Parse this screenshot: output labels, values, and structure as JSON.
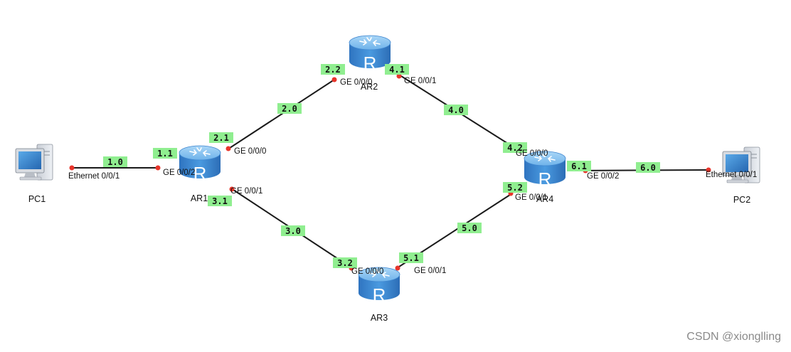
{
  "devices": {
    "pc1": {
      "label": "PC1"
    },
    "pc2": {
      "label": "PC2"
    },
    "ar1": {
      "label": "AR1"
    },
    "ar2": {
      "label": "AR2"
    },
    "ar3": {
      "label": "AR3"
    },
    "ar4": {
      "label": "AR4"
    }
  },
  "router_glyph": "R",
  "interfaces": {
    "pc1_eth": "Ethernet 0/0/1",
    "ar1_g002": "GE 0/0/2",
    "ar1_g000": "GE 0/0/0",
    "ar1_g001": "GE 0/0/1",
    "ar2_g000": "GE 0/0/0",
    "ar2_g001": "GE 0/0/1",
    "ar3_g000": "GE 0/0/0",
    "ar3_g001": "GE 0/0/1",
    "ar4_g000": "GE 0/0/0",
    "ar4_g001": "GE 0/0/1",
    "ar4_g002": "GE 0/0/2",
    "pc2_eth": "Ethernet 0/0/1"
  },
  "segments": {
    "s1_0": "1.0",
    "s1_1": "1.1",
    "s2_0": "2.0",
    "s2_1": "2.1",
    "s2_2": "2.2",
    "s3_0": "3.0",
    "s3_1": "3.1",
    "s3_2": "3.2",
    "s4_0": "4.0",
    "s4_1": "4.1",
    "s4_2": "4.2",
    "s5_0": "5.0",
    "s5_1": "5.1",
    "s5_2": "5.2",
    "s6_0": "6.0",
    "s6_1": "6.1"
  },
  "colors": {
    "link": "#1a1a1a",
    "port_dot": "#e8352b",
    "segment_bg": "#90ee90",
    "router_body": "#3f8fd8",
    "router_top": "#8cc4f0"
  },
  "watermark": "CSDN @xionglling"
}
